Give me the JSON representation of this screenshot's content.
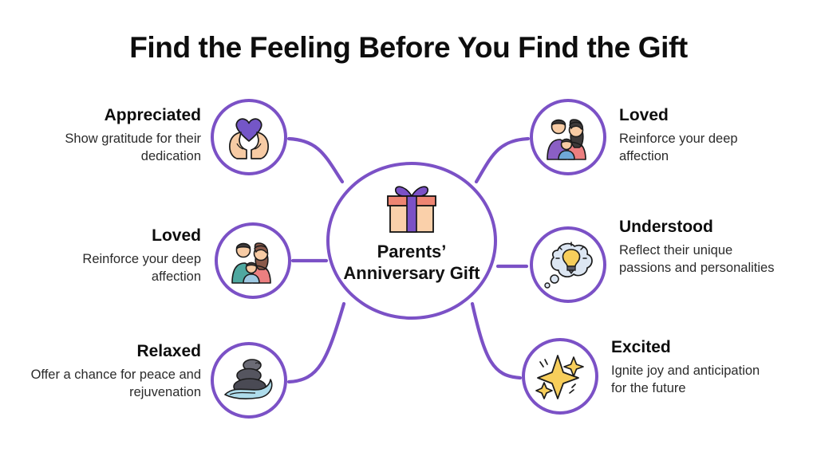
{
  "title": "Find the Feeling Before You Find the Gift",
  "theme": {
    "accent_purple": "#7B51C6",
    "background": "#FFFFFF",
    "text_dark": "#0D0D0D",
    "text_body": "#2B2B2B",
    "icon_skin": "#F7CBA4",
    "icon_salmon": "#EE8572",
    "icon_peach": "#FAD0AA",
    "icon_teal": "#4FA8A0",
    "icon_pink": "#EC7F80",
    "icon_babyblue": "#9EC9E2",
    "icon_yellow": "#F7CE5B",
    "icon_grey": "#5C5C66",
    "icon_water": "#AEDCEB",
    "icon_cloud": "#DCE6F2"
  },
  "hub": {
    "label": "Parents’ Anniversary Gift",
    "icon": "gift-box-icon"
  },
  "nodes": {
    "appreciated": {
      "title": "Appreciated",
      "desc": "Show gratitude for their dedication",
      "icon": "hands-holding-heart-icon",
      "side": "left"
    },
    "loved_left": {
      "title": "Loved",
      "desc": "Reinforce your deep affection",
      "icon": "family-icon",
      "side": "left"
    },
    "relaxed": {
      "title": "Relaxed",
      "desc": "Offer a chance for peace and rejuvenation",
      "icon": "zen-stones-icon",
      "side": "left"
    },
    "loved_right": {
      "title": "Loved",
      "desc": "Reinforce your deep affection",
      "icon": "family-icon",
      "side": "right"
    },
    "understood": {
      "title": "Understood",
      "desc": "Reflect their unique passions and personalities",
      "icon": "thought-bubble-lightbulb-icon",
      "side": "right"
    },
    "excited": {
      "title": "Excited",
      "desc": "Ignite joy and anticipation for the future",
      "icon": "sparkles-icon",
      "side": "right"
    }
  }
}
